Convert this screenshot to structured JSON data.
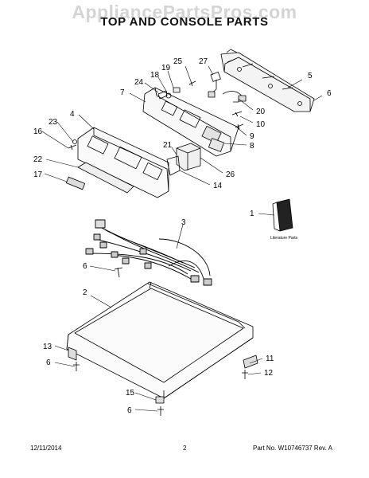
{
  "watermark": "AppliancePartsPros.com",
  "title": "TOP AND CONSOLE PARTS",
  "literature_label": "Literature Parts",
  "callouts": [
    "25",
    "27",
    "19",
    "18",
    "24",
    "5",
    "7",
    "6",
    "20",
    "10",
    "4",
    "23",
    "16",
    "9",
    "8",
    "21",
    "22",
    "26",
    "17",
    "14",
    "1",
    "3",
    "6",
    "2",
    "13",
    "11",
    "6",
    "12",
    "15",
    "6"
  ],
  "footer": {
    "date": "12/11/2014",
    "page": "2",
    "part_no": "Part No.  W10746737  Rev. A"
  }
}
